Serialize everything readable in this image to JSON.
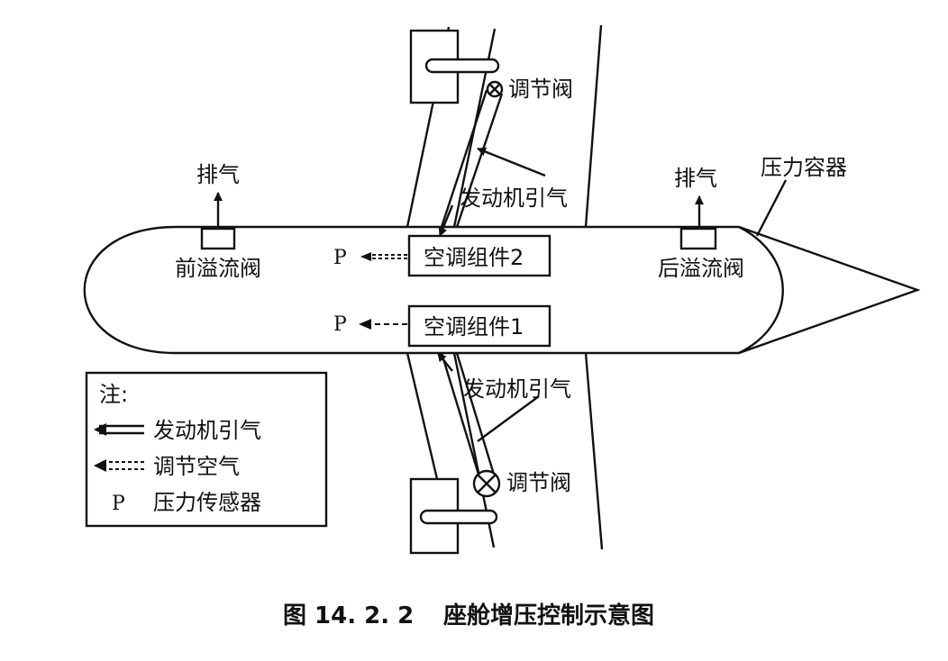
{
  "labels": {
    "exhaust_left": "排气",
    "exhaust_right": "排气",
    "pressure_vessel": "压力容器",
    "front_outflow_valve": "前溢流阀",
    "rear_outflow_valve": "后溢流阀",
    "pack2": "空调组件2",
    "pack1": "空调组件1",
    "sensor_p_top": "P",
    "sensor_p_bottom": "P",
    "bleed_top": "发动机引气",
    "bleed_bottom": "发动机引气",
    "reg_valve_top": "调节阀",
    "reg_valve_bottom": "调节阀"
  },
  "legend": {
    "title": "注:",
    "engine_bleed": "发动机引气",
    "conditioned_air": "调节空气",
    "sensor_symbol": "P",
    "sensor_label": "压力传感器"
  },
  "caption": {
    "number": "图 14. 2. 2",
    "title": "座舱增压控制示意图"
  }
}
